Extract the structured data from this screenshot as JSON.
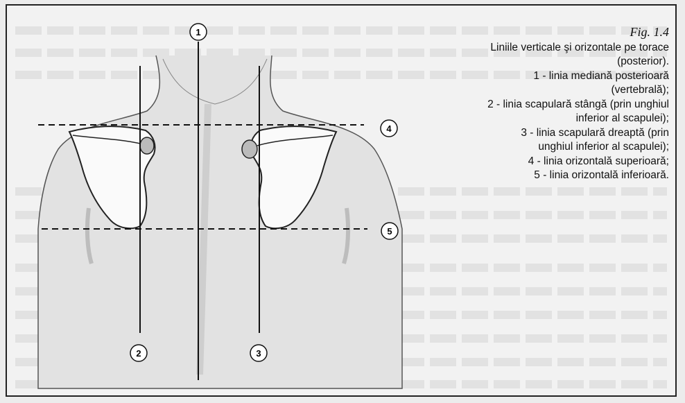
{
  "figure": {
    "title": "Fig. 1.4",
    "lines": [
      "Liniile verticale şi orizontale pe torace",
      "(posterior).",
      "1 - linia mediană posterioară",
      "(vertebrală);",
      "2 - linia scapulară stângă (prin unghiul",
      "inferior al scapulei);",
      "3 - linia scapulară dreaptă (prin",
      "unghiul inferior al scapulei);",
      "4 - linia orizontală superioară;",
      "5 - linia orizontală inferioară."
    ]
  },
  "markers": {
    "m1": "1",
    "m2": "2",
    "m3": "3",
    "m4": "4",
    "m5": "5"
  }
}
